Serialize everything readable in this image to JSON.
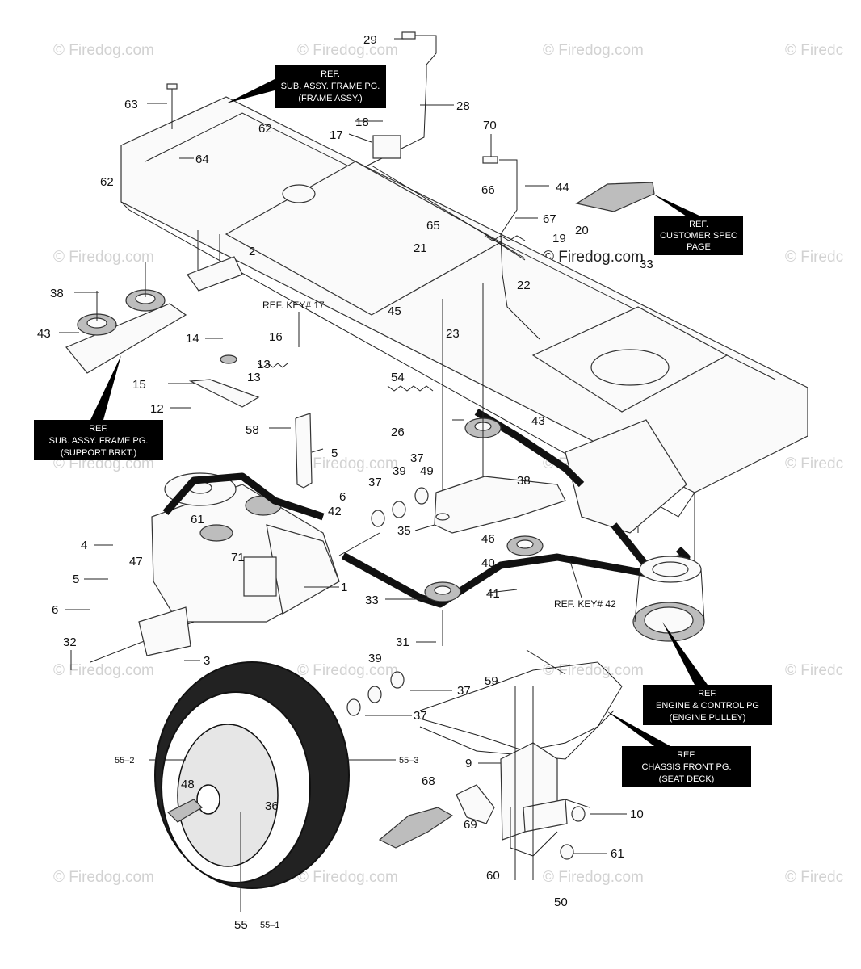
{
  "watermark": {
    "text": "© Firedog.com",
    "clipped_text": "© Firedc",
    "center_text": "© Firedog.com"
  },
  "callouts": [
    {
      "id": "c29",
      "label": "29"
    },
    {
      "id": "c28",
      "label": "28"
    },
    {
      "id": "c63",
      "label": "63"
    },
    {
      "id": "c62a",
      "label": "62"
    },
    {
      "id": "c18",
      "label": "18"
    },
    {
      "id": "c17",
      "label": "17"
    },
    {
      "id": "c70",
      "label": "70"
    },
    {
      "id": "c64",
      "label": "64"
    },
    {
      "id": "c62b",
      "label": "62"
    },
    {
      "id": "c44",
      "label": "44"
    },
    {
      "id": "c66",
      "label": "66"
    },
    {
      "id": "c67",
      "label": "67"
    },
    {
      "id": "c65",
      "label": "65"
    },
    {
      "id": "c20",
      "label": "20"
    },
    {
      "id": "c19",
      "label": "19"
    },
    {
      "id": "c2",
      "label": "2"
    },
    {
      "id": "c21",
      "label": "21"
    },
    {
      "id": "c33a",
      "label": "33"
    },
    {
      "id": "c38a",
      "label": "38"
    },
    {
      "id": "c22",
      "label": "22"
    },
    {
      "id": "c45",
      "label": "45"
    },
    {
      "id": "c43a",
      "label": "43"
    },
    {
      "id": "c23",
      "label": "23"
    },
    {
      "id": "c14",
      "label": "14"
    },
    {
      "id": "c16",
      "label": "16"
    },
    {
      "id": "c13a",
      "label": "13"
    },
    {
      "id": "c13b",
      "label": "13"
    },
    {
      "id": "c15",
      "label": "15"
    },
    {
      "id": "c54",
      "label": "54"
    },
    {
      "id": "c12",
      "label": "12"
    },
    {
      "id": "c43b",
      "label": "43"
    },
    {
      "id": "c26",
      "label": "26"
    },
    {
      "id": "c58",
      "label": "58"
    },
    {
      "id": "c5a",
      "label": "5"
    },
    {
      "id": "c37a",
      "label": "37"
    },
    {
      "id": "c39a",
      "label": "39"
    },
    {
      "id": "c49",
      "label": "49"
    },
    {
      "id": "c38b",
      "label": "38"
    },
    {
      "id": "c37b",
      "label": "37"
    },
    {
      "id": "c6a",
      "label": "6"
    },
    {
      "id": "c42",
      "label": "42"
    },
    {
      "id": "c61a",
      "label": "61"
    },
    {
      "id": "c35",
      "label": "35"
    },
    {
      "id": "c46",
      "label": "46"
    },
    {
      "id": "c4",
      "label": "4"
    },
    {
      "id": "c47",
      "label": "47"
    },
    {
      "id": "c71",
      "label": "71"
    },
    {
      "id": "c40",
      "label": "40"
    },
    {
      "id": "c5b",
      "label": "5"
    },
    {
      "id": "c1",
      "label": "1"
    },
    {
      "id": "c33b",
      "label": "33"
    },
    {
      "id": "c41",
      "label": "41"
    },
    {
      "id": "c6b",
      "label": "6"
    },
    {
      "id": "c31",
      "label": "31"
    },
    {
      "id": "c32",
      "label": "32"
    },
    {
      "id": "c3",
      "label": "3"
    },
    {
      "id": "c39b",
      "label": "39"
    },
    {
      "id": "c59",
      "label": "59"
    },
    {
      "id": "c37c",
      "label": "37"
    },
    {
      "id": "c37d",
      "label": "37"
    },
    {
      "id": "c9",
      "label": "9"
    },
    {
      "id": "c68",
      "label": "68"
    },
    {
      "id": "c48",
      "label": "48"
    },
    {
      "id": "c36",
      "label": "36"
    },
    {
      "id": "c69",
      "label": "69"
    },
    {
      "id": "c10",
      "label": "10"
    },
    {
      "id": "c61b",
      "label": "61"
    },
    {
      "id": "c60",
      "label": "60"
    },
    {
      "id": "c50",
      "label": "50"
    },
    {
      "id": "c55",
      "label": "55"
    }
  ],
  "small_callouts": [
    {
      "id": "s55_2",
      "label": "55–2"
    },
    {
      "id": "s55_3",
      "label": "55–3"
    },
    {
      "id": "s55_1",
      "label": "55–1"
    }
  ],
  "ref_labels": {
    "key17": "REF. KEY# 17",
    "key42": "REF. KEY# 42"
  },
  "ref_boxes": [
    {
      "id": "frame_assy",
      "lines": [
        "REF.",
        "SUB. ASSY. FRAME PG.",
        "(FRAME ASSY.)"
      ]
    },
    {
      "id": "customer_spec",
      "lines": [
        "REF.",
        "CUSTOMER SPEC",
        "PAGE"
      ]
    },
    {
      "id": "support_brkt",
      "lines": [
        "REF.",
        "SUB. ASSY. FRAME PG.",
        "(SUPPORT BRKT.)"
      ]
    },
    {
      "id": "engine_pulley",
      "lines": [
        "REF.",
        "ENGINE & CONTROL PG",
        "(ENGINE PULLEY)"
      ]
    },
    {
      "id": "seat_deck",
      "lines": [
        "REF.",
        "CHASSIS FRONT PG.",
        "(SEAT DECK)"
      ]
    }
  ],
  "colors": {
    "ink": "#111111",
    "box_fill": "#000000",
    "box_text": "#ffffff",
    "watermark": "#d2d2d2"
  }
}
